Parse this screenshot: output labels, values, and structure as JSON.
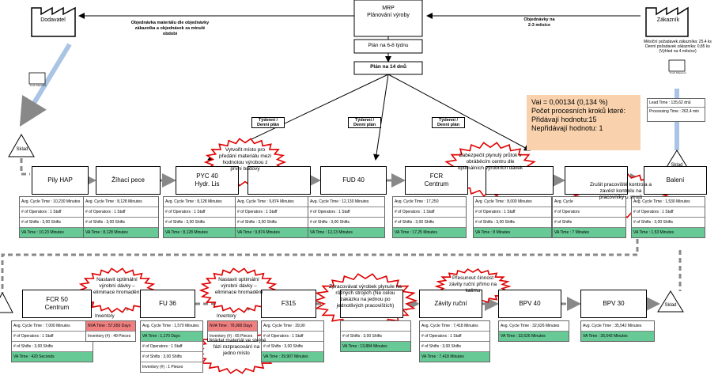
{
  "top": {
    "supplier": "Dodavatel",
    "customer": "Zákazník",
    "mrp": "MRP\nPlánování výroby",
    "order_supplier": "Objednávka materiálu dle objednávky zákazníka a objednávek za minulé období",
    "order_customer": "Objednávky na 2-3 měsíce",
    "plan_68": "Plán na 6-8 týdnu",
    "plan_14": "Plán na 14 dnů",
    "weekly_plan": "Týdenní / Denní plán",
    "truck_label": "Truck Shipment",
    "customer_demand": [
      "Měsíční požadavek zákazníka: 25,4 ks",
      "Denní požadavek zákazníka: 0,85 ks",
      "(Výhled na 4 měsíce)"
    ],
    "lead_time": "Lead Time : 135,62 dnů",
    "processing_time": "Processing Time : 262,4 min"
  },
  "summary": {
    "lines": [
      "Vai = 0,00134 (0,134 %)",
      "Počet procesních kroků které:",
      "Přidávají hodnotu:15",
      "Nepřidávají hodnotu: 1"
    ]
  },
  "storage_label": "Sklad",
  "inventory_label": "Inventory",
  "processes_row1": [
    {
      "name": "Pily HAP",
      "rows": [
        "Avg. Cycle Time : 10,230 Minutes",
        "# of Operators : 1 Staff",
        "# of Shifts : 3,00 Shifts"
      ],
      "va": "VA Time : 10,23 Minutes"
    },
    {
      "name": "Žíhací pece",
      "rows": [
        "Avg. Cycle Time : 8,128 Minutes",
        "# of Operators : 1 Staff",
        "# of Shifts : 3,00 Shifts"
      ],
      "va": "VA Time : 8,128 Minutes"
    },
    {
      "name": "PYC 40\nHydr. Lis",
      "rows": [
        "Avg. Cycle Time : 8,128 Minutes",
        "# of Operators : 1 Staff",
        "# of Shifts : 3,00 Shifts"
      ],
      "va": "VA Time : 8,128 Minutes"
    },
    {
      "name": "",
      "rows": [
        "Avg. Cycle Time : 9,874 Minutes",
        "# of Operators : 1 Staff",
        "# of Shifts : 3,00 Shifts"
      ],
      "va": "VA Time : 9,874 Minutes"
    },
    {
      "name": "FUD 40",
      "rows": [
        "Avg. Cycle Time : 12,130 Minutes",
        "# of Operators : 1 Staff",
        "# of Shifts : 3,00 Shifts"
      ],
      "va": "VA Time : 12,13 Minutes"
    },
    {
      "name": "FCR\nCentrum",
      "rows": [
        "Avg. Cycle Time : 17,250",
        "# of Operators : 1 Staff",
        "# of Shifts : 3,00 Shifts"
      ],
      "va": "VA Time : 17,25 Minutes"
    },
    {
      "name": "",
      "rows": [
        "Avg. Cycle Time : 8,000 Minutes",
        "# of Operators : 1 Staff",
        "# of Shifts : 3,00 Shifts"
      ],
      "va": "VA Time : 8 Minutes"
    },
    {
      "name": "",
      "rows": [
        "Avg. Cycle",
        "# of Operators",
        "# of Shifts"
      ],
      "va": "VA Time : 7 Minutes"
    },
    {
      "name": "Balení",
      "rows": [
        "Avg. Cycle Time : 1,530 Minutes",
        "# of Operators : 1 Staff",
        "# of Shifts : 3,00 Shifts"
      ],
      "va": "VA Time : 1,53 Minutes"
    }
  ],
  "processes_row2": [
    {
      "name": "FCR 50\nCentrum",
      "rows": [
        "Avg. Cycle Time : 7,000 Minutes",
        "# of Operators : 1 Staff",
        "# of Shifts : 3,00 Shifts"
      ],
      "va": "VA Time : 420 Seconds"
    },
    {
      "name": "FU 36",
      "rows": [
        "Avg. Cycle Time : 1,570 Minutes",
        "VA Time : 1,170 Days",
        "# of Operators : 1 Staff",
        "# of Shifts : 3,00 Shifts",
        "Inventory (#) : 1 Pieces"
      ],
      "va": ""
    },
    {
      "name": "F315",
      "rows": [
        "Avg. Cycle Time : 39,90",
        "# of Operators : 1 Staff",
        "# of Shifts : 3,00 Shifts"
      ],
      "va": "VA Time : 39,907 Minutes"
    },
    {
      "name": "",
      "rows": [
        "",
        "# of Shifts : 3,00 Shifts"
      ],
      "va": "VA Time : 13,884 Minutes"
    },
    {
      "name": "Závity ruční",
      "rows": [
        "Avg. Cycle Time : 7,418 Minutes",
        "# of Operators : 1 Staff",
        "# of Shifts : 3,00 Shifts"
      ],
      "va": "VA Time : 7,418 Minutes"
    },
    {
      "name": "BPV 40",
      "rows": [
        "Avg. Cycle Time : 32,626 Minutes",
        "VA Time : 32,626 Minutes"
      ],
      "va": ""
    },
    {
      "name": "BPV 30",
      "rows": [
        "Avg. Cycle Time : 35,542 Minutes",
        "VA Time : 35,542 Minutes"
      ],
      "va": ""
    }
  ],
  "inventories": [
    {
      "nva": "NVA Time : 57,650 Days",
      "count": "Inventory (#) : 49 Pieces"
    },
    {
      "nva": "NVA Time : 76,900 Days",
      "count": "Inventory (#) : 65 Pieces"
    }
  ],
  "bursts": [
    "Vytvořit místo pro předání materiálu mezi hodnotou výrobou z první budovy",
    "Zabezpečit plynulý průtok v obráběcím centru dle optimálních výrobních dávek",
    "Zrušit pracoviště kontrola a zavést kontrolu na pracovníky u strojů",
    "Nastavit optimální výrobní dávky – eliminace hromadění",
    "Nastavit optimální výrobní dávky – eliminace hromadění",
    "Zpracovávat výrobek plynule na různých strojích (Ne celou zakázku na jednou po jednotlivých pracovištích)",
    "Přesunout činnost závity ruční přímo na kalimu",
    "Ukládat materiál ve stejné fázi rozpracování na jedno místo"
  ],
  "colors": {
    "va": "#67c995",
    "nva": "#f08080",
    "summary_bg": "#f9d2ad",
    "arrow_blue": "#a9c4e4",
    "burst": "#e00000"
  }
}
